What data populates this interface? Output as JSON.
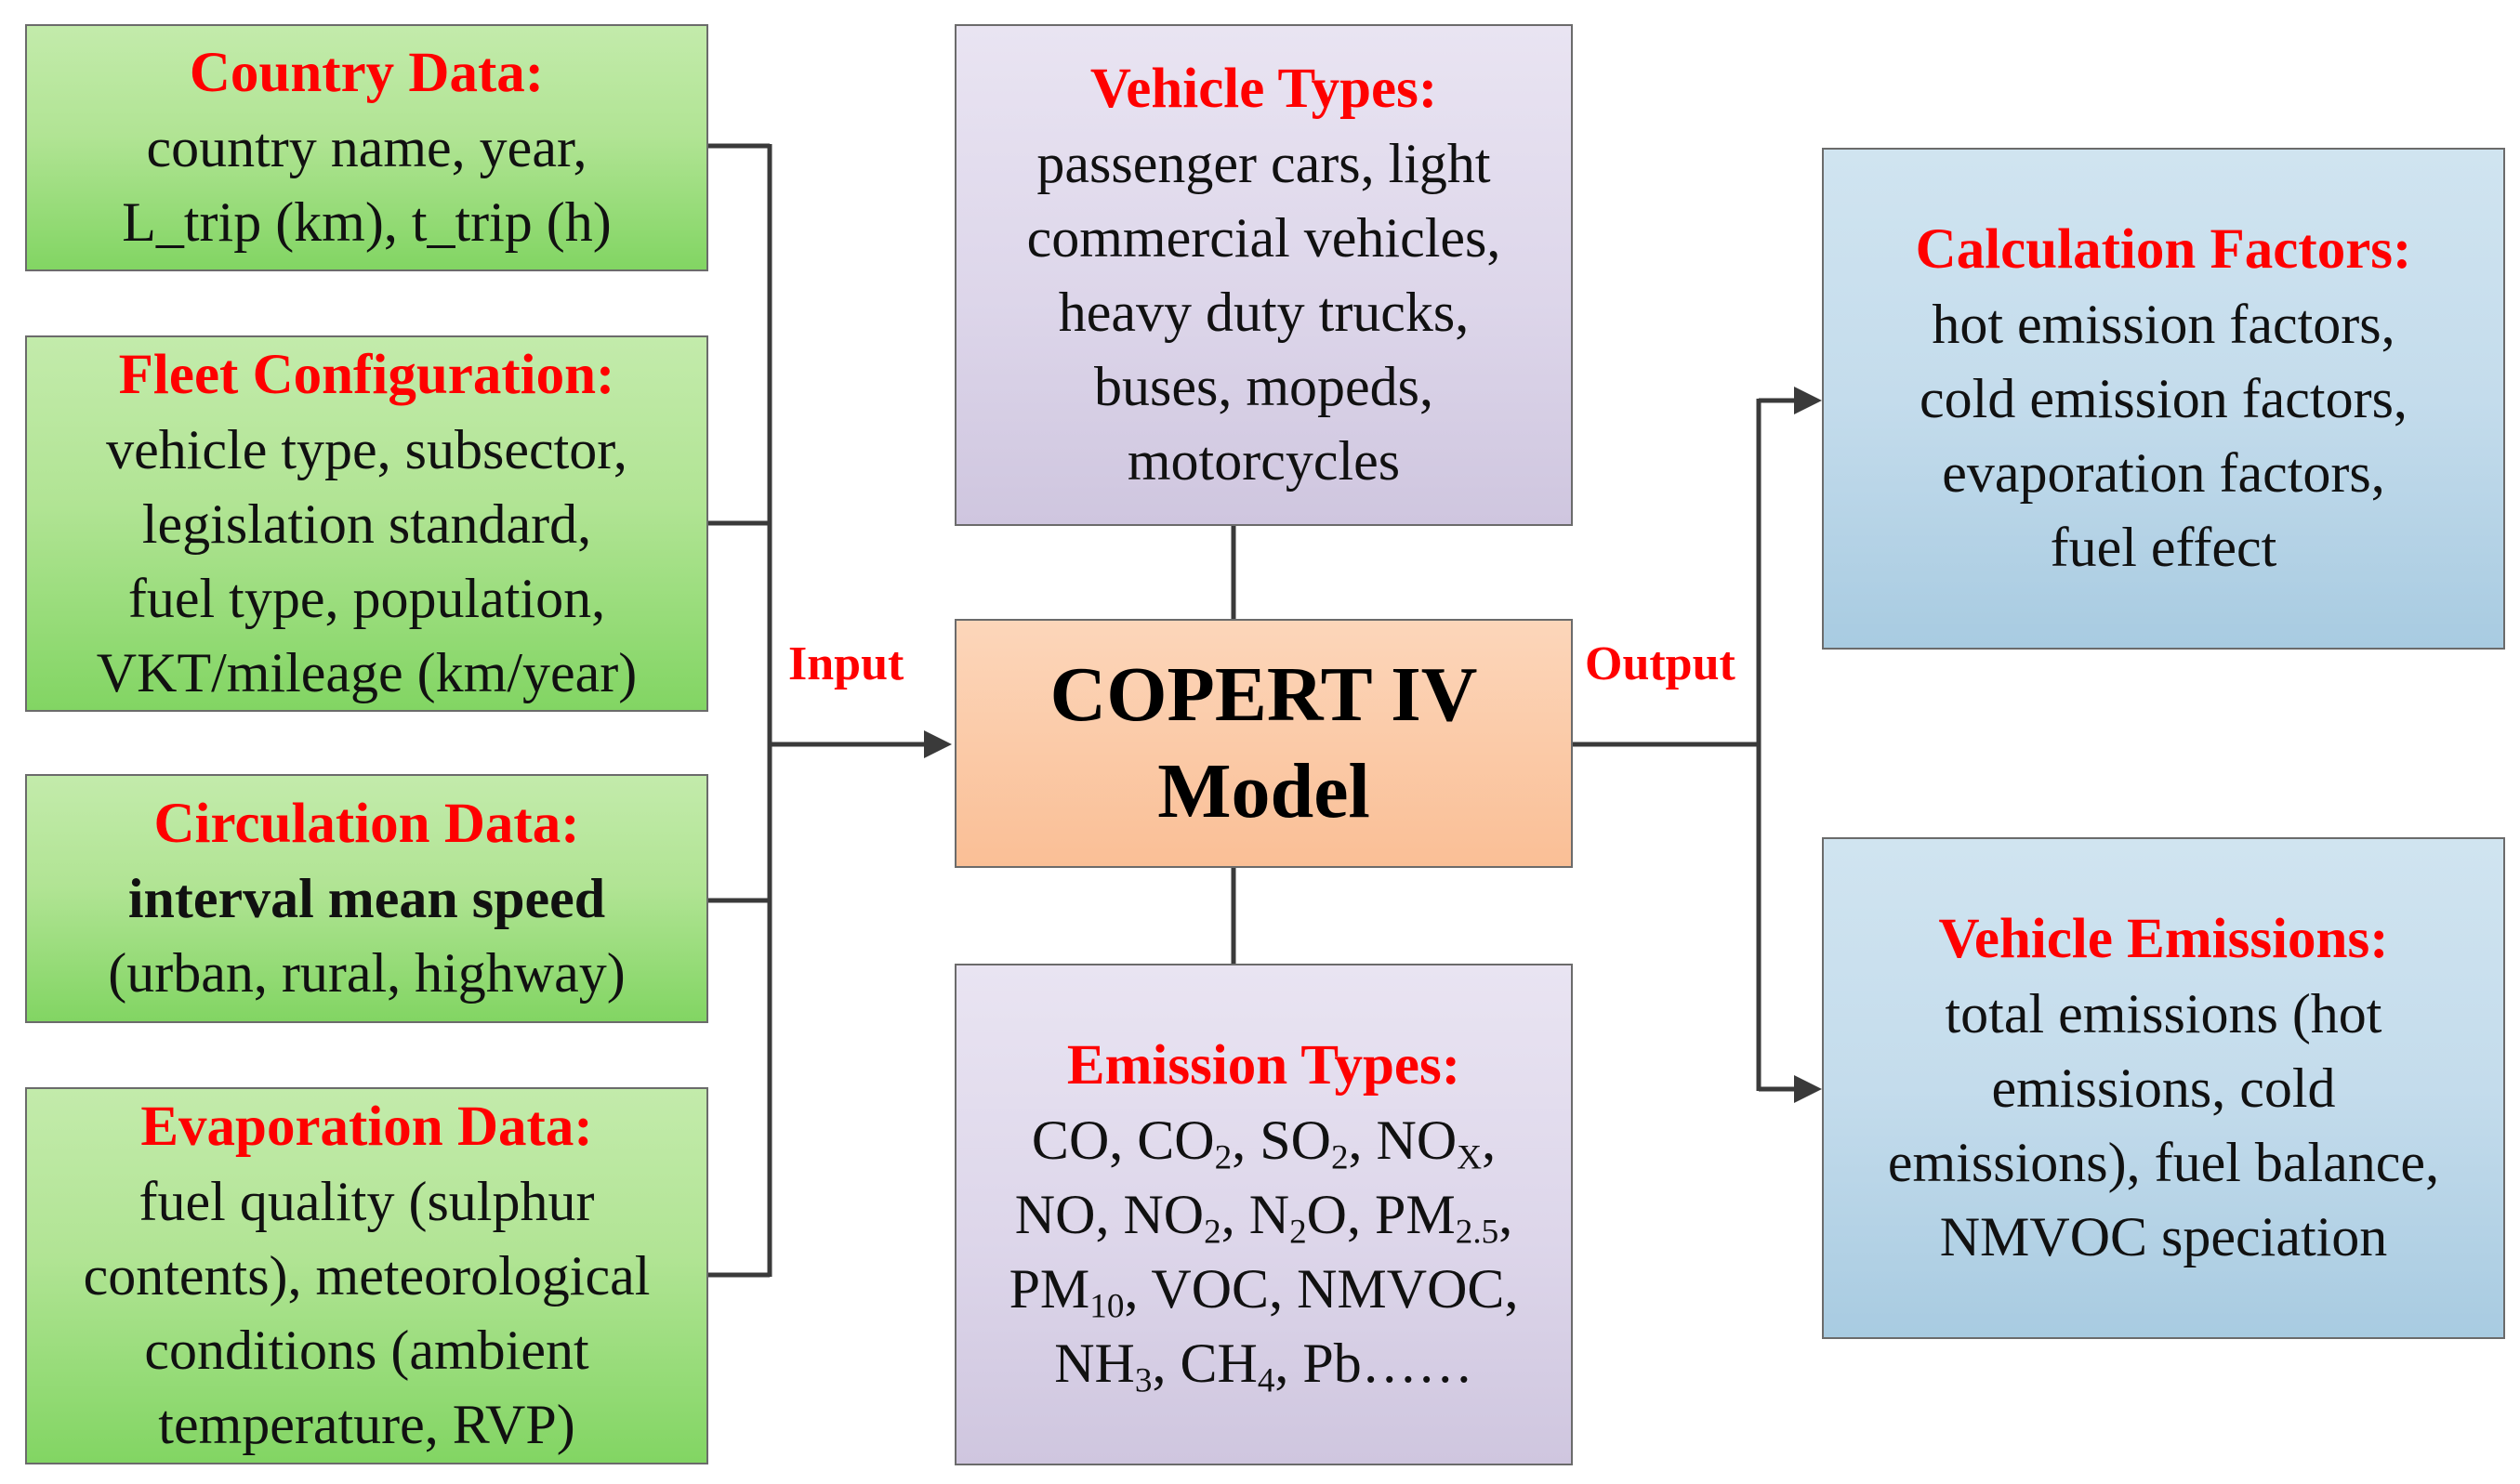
{
  "input_label": "Input",
  "output_label": "Output",
  "model": {
    "line1": "COPERT IV",
    "line2": "Model"
  },
  "country_data": {
    "title": "Country Data:",
    "lines": [
      "country name, year,",
      "L_trip (km), t_trip (h)"
    ]
  },
  "fleet_configuration": {
    "title": "Fleet Configuration:",
    "lines": [
      "vehicle type, subsector,",
      "legislation standard,",
      "fuel type, population,",
      "VKT/mileage (km/year)"
    ]
  },
  "circulation_data": {
    "title": "Circulation Data:",
    "bold_line": "interval mean speed",
    "lines": [
      "(urban, rural, highway)"
    ]
  },
  "evaporation_data": {
    "title": "Evaporation Data:",
    "lines": [
      "fuel quality (sulphur",
      "contents), meteorological",
      "conditions (ambient",
      "temperature, RVP)"
    ]
  },
  "vehicle_types": {
    "title": "Vehicle Types:",
    "lines": [
      "passenger cars, light",
      "commercial vehicles,",
      "heavy duty trucks,",
      "buses, mopeds,",
      "motorcycles"
    ]
  },
  "emission_types": {
    "title": "Emission Types:",
    "items": {
      "co": "CO",
      "co2_base": "CO",
      "co2_sub": "2",
      "so2_base": "SO",
      "so2_sub": "2",
      "nox_base": "NO",
      "nox_sub": "X",
      "no": "NO",
      "no2_base": "NO",
      "no2_sub": "2",
      "n2o_n": "N",
      "n2o_sub": "2",
      "n2o_o": "O",
      "pm25_base": "PM",
      "pm25_sub": "2.5",
      "pm10_base": "PM",
      "pm10_sub": "10",
      "voc": "VOC",
      "nmvoc": "NMVOC",
      "nh3_base": "NH",
      "nh3_sub": "3",
      "ch4_base": "CH",
      "ch4_sub": "4",
      "pb": "Pb",
      "ellipsis": "……"
    }
  },
  "calculation_factors": {
    "title": "Calculation Factors:",
    "lines": [
      "hot emission factors,",
      "cold emission factors,",
      "evaporation factors,",
      "fuel effect"
    ]
  },
  "vehicle_emissions": {
    "title": "Vehicle Emissions:",
    "lines": [
      "total emissions (hot",
      "emissions, cold",
      "emissions), fuel balance,",
      "NMVOC speciation"
    ]
  },
  "colors": {
    "title_red": "#ff0000",
    "input_green": "#b1e494",
    "type_purple": "#ddd6ea",
    "output_blue": "#c4dcec",
    "model_orange": "#fabf96",
    "connector_gray": "#3a3a3a"
  }
}
